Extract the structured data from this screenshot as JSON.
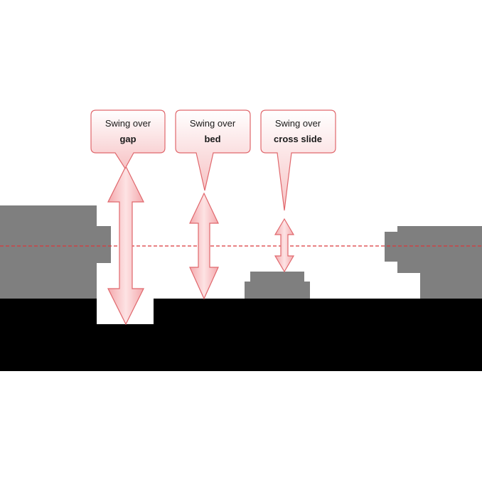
{
  "callouts": [
    {
      "line1": "Swing over",
      "line2": "gap"
    },
    {
      "line1": "Swing over",
      "line2": "bed"
    },
    {
      "line1": "Swing over",
      "line2": "cross slide"
    }
  ],
  "colors": {
    "machine": "#7f7f7f",
    "bed": "#000000",
    "centerline": "#d9383a",
    "arrow_fill": "#f8c4c6",
    "arrow_stroke": "#e0676c",
    "callout_fill": "#fde0e1"
  }
}
